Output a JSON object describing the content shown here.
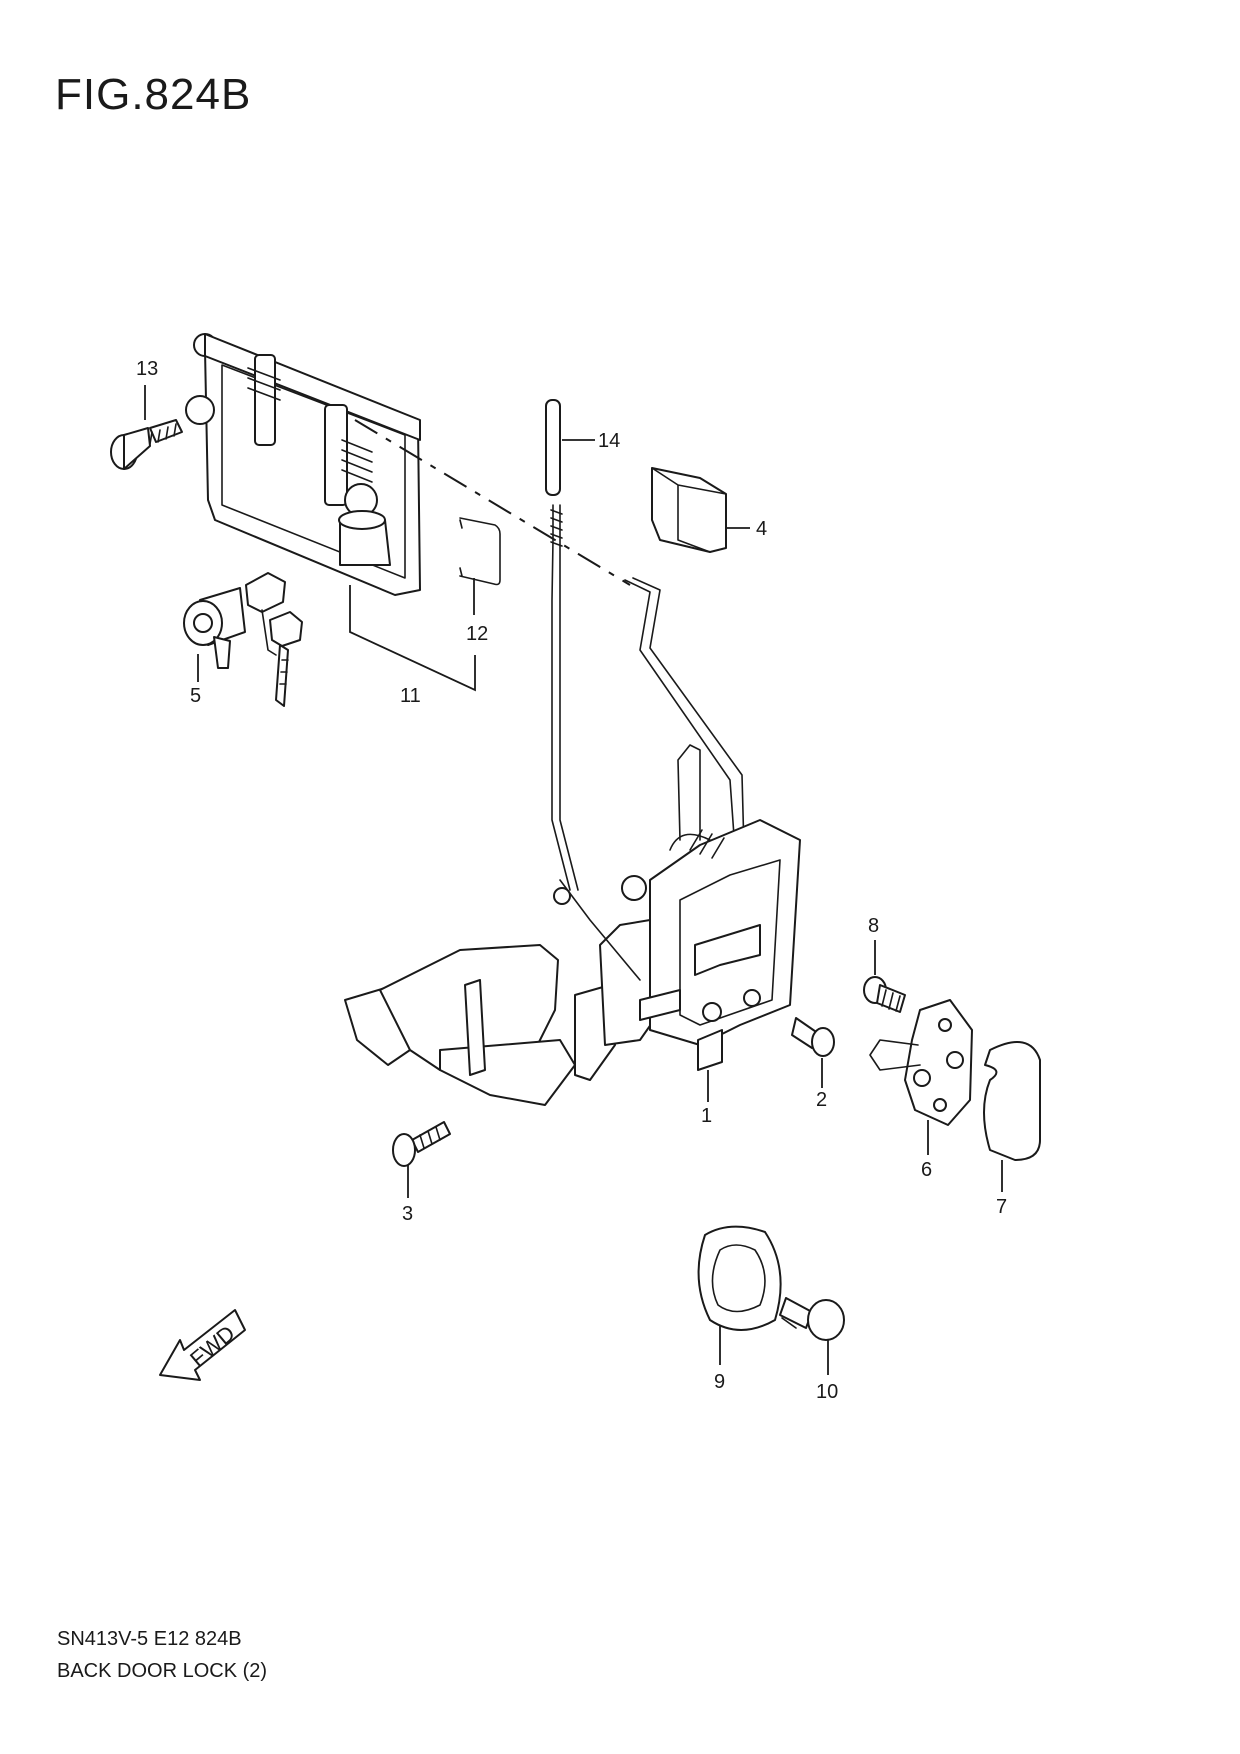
{
  "figure": {
    "title": "FIG.824B"
  },
  "footer": {
    "code": "SN413V-5 E12 824B",
    "name": "BACK DOOR LOCK (2)"
  },
  "direction_arrow": {
    "label": "FWD"
  },
  "callouts": {
    "c1": "1",
    "c2": "2",
    "c3": "3",
    "c4": "4",
    "c5": "5",
    "c6": "6",
    "c7": "7",
    "c8": "8",
    "c9": "9",
    "c10": "10",
    "c11": "11",
    "c12": "12",
    "c13": "13",
    "c14": "14"
  }
}
